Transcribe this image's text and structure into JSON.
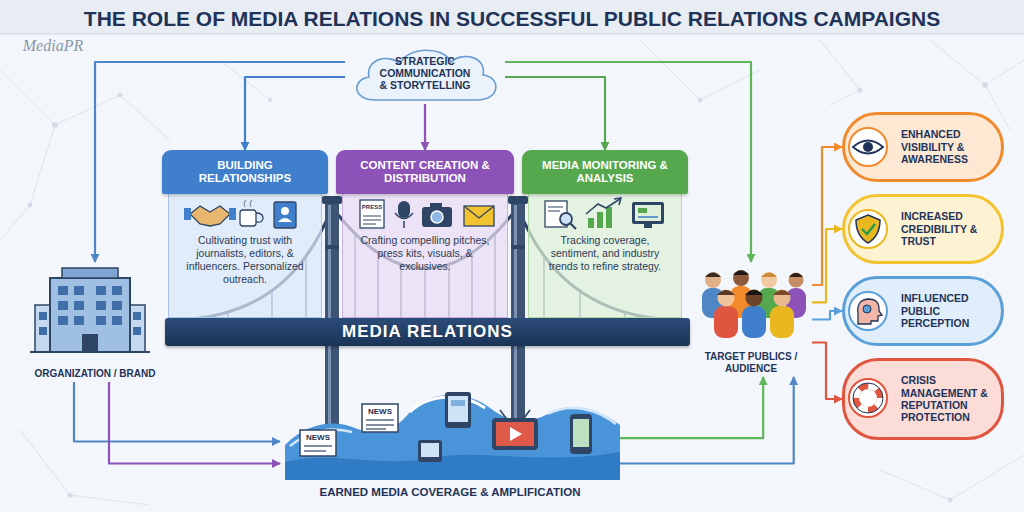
{
  "diagram": {
    "title": "THE ROLE OF MEDIA RELATIONS IN SUCCESSFUL PUBLIC RELATIONS CAMPAIGNS",
    "nodes": [
      {
        "text": [
          "STRATEGIC COMMUNICATION & STORYTELLING"
        ]
      },
      {
        "text": [
          "BUILDING RELATIONSHIPS",
          "Cultivating trust with journalists, editors, & influencers. Personalized outreach."
        ]
      },
      {
        "text": [
          "CONTENT CREATION & DISTRIBUTION",
          "Crafting compelling pitches, press kits, visuals, & exclusives."
        ]
      },
      {
        "text": [
          "MEDIA MONITORING & ANALYSIS",
          "Tracking coverage, sentiment, and industry trends to refine strategy."
        ]
      },
      {
        "text": [
          "ORGANIZATION / BRAND"
        ]
      },
      {
        "text": [
          "MEDIA RELATIONS"
        ]
      },
      {
        "text": [
          "TARGET PUBLICS / AUDIENCE"
        ]
      },
      {
        "text": [
          "EARNED MEDIA COVERAGE & AMPLIFICATION"
        ]
      },
      {
        "text": [
          "ENHANCED VISIBILITY & AWARENESS"
        ]
      },
      {
        "text": [
          "INCREASED CREDIBILITY & TRUST"
        ]
      },
      {
        "text": [
          "INFLUENCED PUBLIC PERCEPTION"
        ]
      },
      {
        "text": [
          "CRISIS MANAGEMENT & REPUTATION PROTECTION"
        ]
      }
    ],
    "edges": [
      {
        "from": 0,
        "to": 1,
        "arrow": "to"
      },
      {
        "from": 0,
        "to": 2,
        "arrow": "to"
      },
      {
        "from": 0,
        "to": 3,
        "arrow": "to"
      },
      {
        "from": 0,
        "to": 4,
        "arrow": "to"
      },
      {
        "from": 0,
        "to": 6,
        "arrow": "to"
      },
      {
        "from": 4,
        "to": 7,
        "arrow": "to"
      },
      {
        "from": 4,
        "to": 7,
        "arrow": "to"
      },
      {
        "from": 7,
        "to": 6,
        "arrow": "to"
      },
      {
        "from": 7,
        "to": 6,
        "arrow": "to"
      },
      {
        "from": 6,
        "to": 8,
        "arrow": "to"
      },
      {
        "from": 6,
        "to": 9,
        "arrow": "to"
      },
      {
        "from": 6,
        "to": 10,
        "arrow": "to"
      },
      {
        "from": 6,
        "to": 11,
        "arrow": "to"
      }
    ],
    "labels": [
      "MediaPR",
      "PRESS",
      "NEWS",
      "NEWS"
    ]
  }
}
